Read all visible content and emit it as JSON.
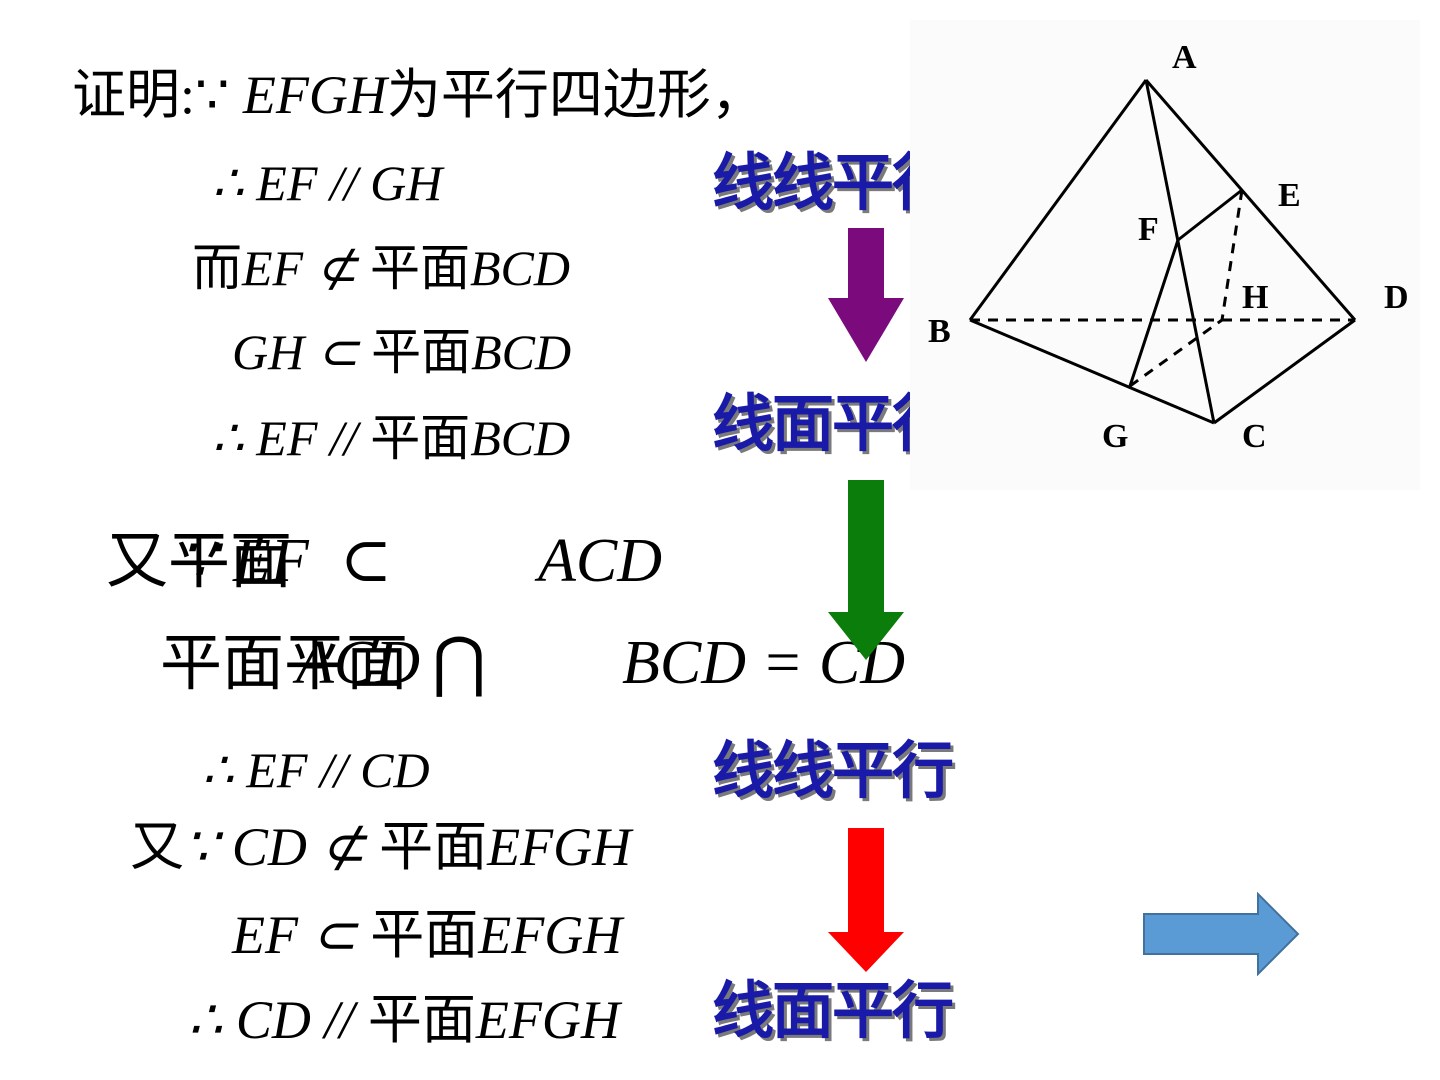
{
  "proof": {
    "line1_prefix": "证明",
    "line1_because": ":∵ ",
    "line1_math": "EFGH",
    "line1_text": "为平行四边形，",
    "line2": "∴ EF // GH",
    "line3_prefix": "而",
    "line3_math": "EF ⊄ ",
    "line3_text": "平面",
    "line3_tail": "BCD",
    "line4_math": "GH ⊂ ",
    "line4_text": "平面",
    "line4_tail": "BCD",
    "line5_math": "∴ EF // ",
    "line5_text": "平面",
    "line5_tail": "BCD",
    "line6_cn": "又平面",
    "line6_overlay": "∵ EF",
    "line6_sym": "⊂",
    "line6_tail": "ACD",
    "line7_cn": "平面平面",
    "line7_overlay": "ACD",
    "line7_sym": "⋂",
    "line7_tail": "BCD = CD",
    "line8": "∴ EF // CD",
    "line9_prefix": "又",
    "line9_math": "∵ CD ⊄ ",
    "line9_text": "平面",
    "line9_tail": "EFGH",
    "line10_math": "EF ⊂ ",
    "line10_text": "平面",
    "line10_tail": "EFGH",
    "line11_math": "∴ CD // ",
    "line11_text": "平面",
    "line11_tail": "EFGH"
  },
  "labels": {
    "l1": "线线平行",
    "l2": "线面平行",
    "l3": "线线平行",
    "l4": "线面平行"
  },
  "arrows": {
    "purple": "#7b0a7d",
    "green": "#0a7d0a",
    "red": "#ff0000",
    "next": "#5b9bd5",
    "next_icon": "next-arrow-icon"
  },
  "diagram": {
    "vertices": [
      "A",
      "B",
      "C",
      "D",
      "E",
      "F",
      "G",
      "H"
    ]
  }
}
